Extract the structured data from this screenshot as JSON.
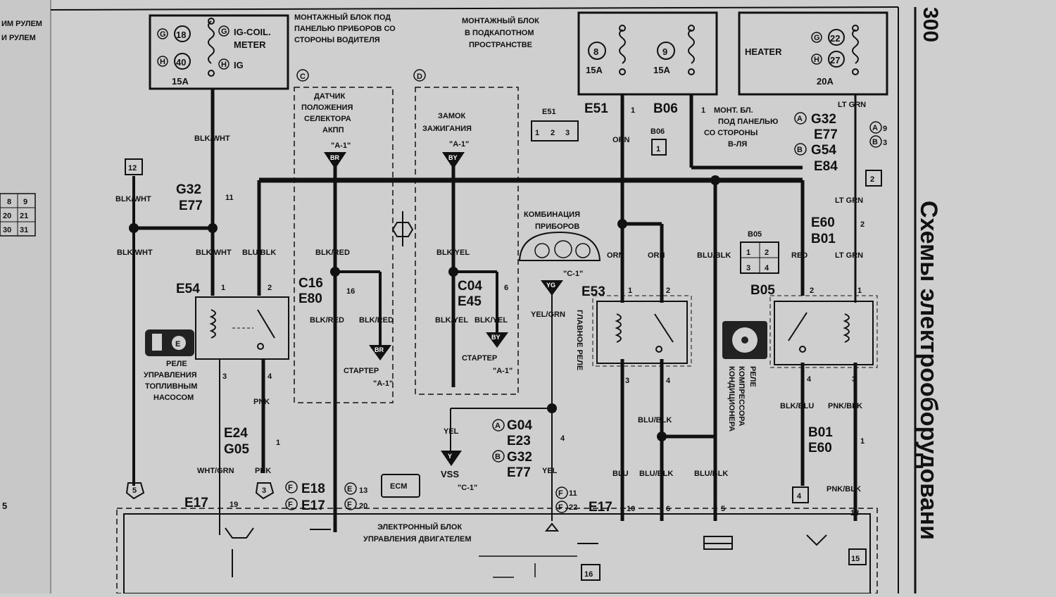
{
  "page_number": "300",
  "side_title": "Схемы электрооборудовани",
  "left_margin": {
    "line1": "ИМ РУЛЕМ",
    "line2": "И РУЛЕМ",
    "grid": [
      "8",
      "9",
      "20",
      "21",
      "30",
      "31"
    ],
    "page_num_fragment": "5"
  },
  "fuse_blocks": {
    "driver_panel": {
      "title": [
        "МОНТАЖНЫЙ БЛОК ПОД",
        "ПАНЕЛЬЮ ПРИБОРОВ СО",
        "СТОРОНЫ ВОДИТЕЛЯ"
      ],
      "fuse_g": "18",
      "fuse_h": "40",
      "label1": "IG-COIL.",
      "label2": "METER",
      "label3": "IG",
      "rating": "15A"
    },
    "engine_bay": {
      "title": [
        "МОНТАЖНЫЙ БЛОК",
        "В ПОДКАПОТНОМ",
        "ПРОСТРАНСТВЕ"
      ],
      "fuse8": "8",
      "fuse9": "9",
      "rating8": "15A",
      "rating9": "15A"
    },
    "heater": {
      "label": "HEATER",
      "fuse_g": "22",
      "fuse_h": "27",
      "rating": "20A"
    }
  },
  "sections": {
    "c": "C",
    "d": "D"
  },
  "components": {
    "selector_sensor": {
      "title": [
        "ДАТЧИК",
        "ПОЛОЖЕНИЯ",
        "СЕЛЕКТОРА",
        "АКПП"
      ],
      "ref": "\"A-1\"",
      "pin": "BR"
    },
    "ignition_switch": {
      "title": [
        "ЗАМОК",
        "ЗАЖИГАНИЯ"
      ],
      "ref": "\"A-1\"",
      "pin": "BY"
    },
    "instrument_cluster": {
      "title": [
        "КОМБИНАЦИЯ",
        "ПРИБОРОВ"
      ],
      "ref": "\"C-1\"",
      "pin": "YG"
    },
    "fuel_pump_relay": {
      "title": [
        "РЕЛЕ",
        "УПРАВЛЕНИЯ",
        "ТОПЛИВНЫМ",
        "НАСОСОМ"
      ],
      "ref": "E54"
    },
    "main_relay": {
      "title": "ГЛАВНОЕ РЕЛЕ",
      "ref": "E53"
    },
    "ac_relay": {
      "title": [
        "РЕЛЕ",
        "КОМПРЕССОРА",
        "КОНДИЦИОНЕРА"
      ],
      "ref": "B05"
    },
    "starter1": {
      "title": "СТАРТЕР",
      "ref": "\"A-1\"",
      "pin": "BR"
    },
    "starter2": {
      "title": "СТАРТЕР",
      "ref": "\"A-1\"",
      "pin": "BY"
    },
    "vss": {
      "title": "VSS",
      "ref": "\"C-1\"",
      "pin": "Y"
    },
    "ecm": {
      "title": [
        "ЭЛЕКТРОННЫЙ БЛОК",
        "УПРАВЛЕНИЯ ДВИГАТЕЛЕМ"
      ],
      "badge": "ECM"
    },
    "mont_block": {
      "title": [
        "МОНТ. БЛ.",
        "ПОД ПАНЕЛЬЮ",
        "СО СТОРОНЫ",
        "В-ЛЯ"
      ]
    }
  },
  "connectors": {
    "E51": "E51",
    "B06": "B06",
    "B05": "B05",
    "G32": "G32",
    "E77": "E77",
    "G54": "G54",
    "E84": "E84",
    "C16": "C16",
    "E80": "E80",
    "C04": "C04",
    "E45": "E45",
    "E24": "E24",
    "G05": "G05",
    "G04": "G04",
    "E23": "E23",
    "E18": "E18",
    "E17": "E17",
    "E60": "E60",
    "B01": "B01",
    "E53": "E53",
    "E54": "E54"
  },
  "wires": {
    "BLK_WHT": "BLK/WHT",
    "BLU_BLK": "BLU/BLK",
    "BLK_RED": "BLK/RED",
    "BLK_YEL": "BLK/YEL",
    "ORN": "ORN",
    "YEL_GRN": "YEL/GRN",
    "YEL": "YEL",
    "PNK": "PNK",
    "WHT_GRN": "WHT/GRN",
    "BLU": "BLU",
    "RED": "RED",
    "LT_GRN": "LT GRN",
    "BLK_BLU": "BLK/BLU",
    "PNK_BLK": "PNK/BLK"
  },
  "pins": {
    "p1": "1",
    "p2": "2",
    "p3": "3",
    "p4": "4",
    "p5": "5",
    "p6": "6",
    "p9": "9",
    "p10": "10",
    "p11": "11",
    "p13": "13",
    "p16": "16",
    "p18": "18",
    "p19": "19",
    "p20": "20",
    "p22": "22"
  },
  "markers": {
    "m12": "12",
    "m2": "2",
    "m4": "4",
    "m5": "5",
    "m3": "3",
    "m15": "15",
    "m16": "16"
  },
  "block_prefixes": {
    "A": "A",
    "B": "B",
    "E": "E",
    "F": "F",
    "G": "G",
    "H": "H"
  },
  "colors": {
    "paper": "#cfcfcf",
    "ink": "#111111",
    "pump_icon": "#222222"
  }
}
